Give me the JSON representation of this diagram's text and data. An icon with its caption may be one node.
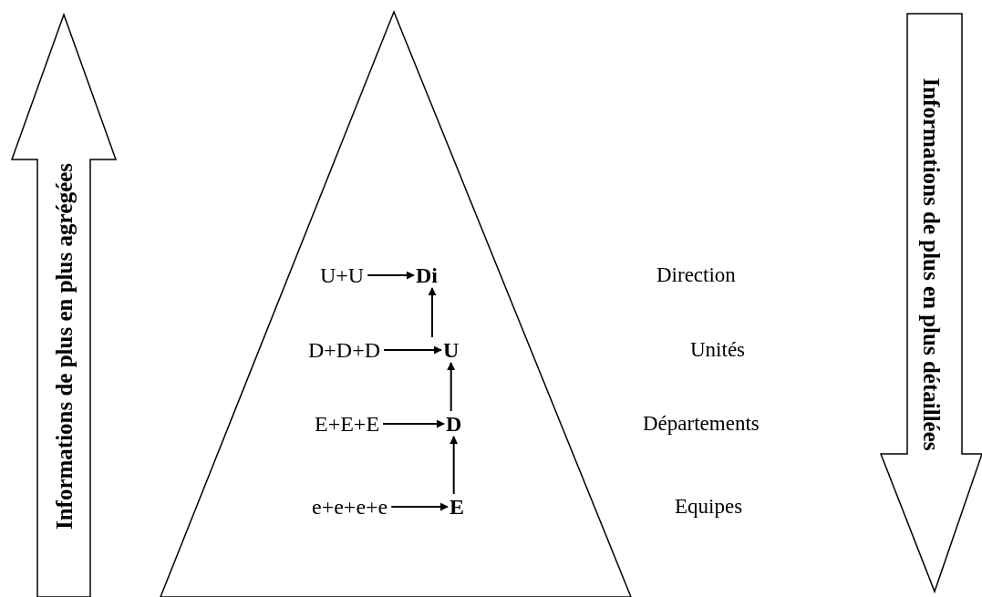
{
  "diagram": {
    "nodes": [
      {
        "text": [
          "Informations de plus en plus agrégées"
        ]
      },
      {
        "text": [],
        "shape": "triangle"
      },
      {
        "text": [
          "U+U"
        ],
        "in": 1
      },
      {
        "text": [
          "Di"
        ],
        "in": 1
      },
      {
        "text": [
          "D+D+D"
        ],
        "in": 1
      },
      {
        "text": [
          "U"
        ],
        "in": 1
      },
      {
        "text": [
          "E+E+E"
        ],
        "in": 1
      },
      {
        "text": [
          "D"
        ],
        "in": 1
      },
      {
        "text": [
          "e+e+e+e"
        ],
        "in": 1
      },
      {
        "text": [
          "E"
        ],
        "in": 1
      },
      {
        "text": [
          "Informations de plus en plus détaillées"
        ]
      }
    ],
    "edges": [
      {
        "from": 2,
        "to": 3,
        "arrow": "to"
      },
      {
        "from": 4,
        "to": 5,
        "arrow": "to"
      },
      {
        "from": 6,
        "to": 7,
        "arrow": "to"
      },
      {
        "from": 8,
        "to": 9,
        "arrow": "to"
      },
      {
        "from": 9,
        "to": 7,
        "arrow": "to"
      },
      {
        "from": 7,
        "to": 5,
        "arrow": "to"
      },
      {
        "from": 5,
        "to": 3,
        "arrow": "to"
      }
    ],
    "labels": [
      "Direction",
      "Unités",
      "Départements",
      "Equipes"
    ]
  }
}
